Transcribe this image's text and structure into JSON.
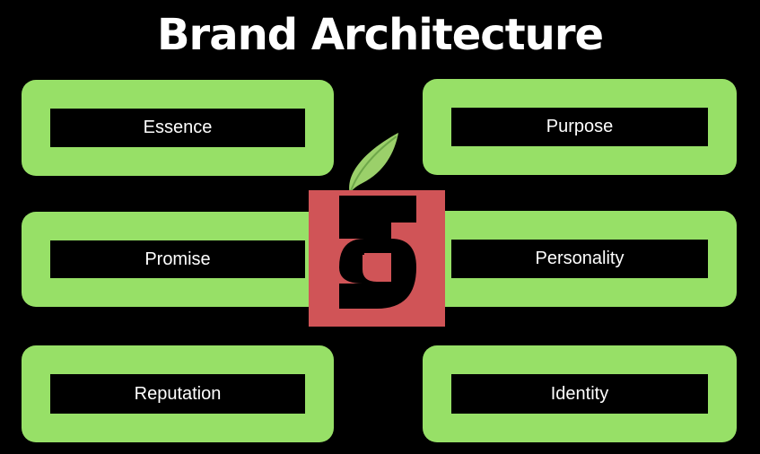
{
  "title": "Brand Architecture",
  "colors": {
    "background": "#000000",
    "box": "#97e067",
    "logo_square": "#d05457",
    "leaf": "#9bd06a"
  },
  "boxes": [
    {
      "label": "Essence"
    },
    {
      "label": "Purpose"
    },
    {
      "label": "Promise"
    },
    {
      "label": "Personality"
    },
    {
      "label": "Reputation"
    },
    {
      "label": "Identity"
    }
  ],
  "logo": {
    "icon": "apple-b-logo-icon"
  }
}
